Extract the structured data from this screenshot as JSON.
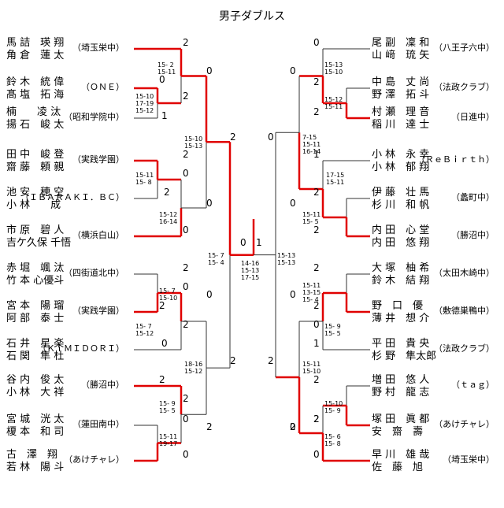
{
  "title": "男子ダブルス",
  "left": [
    {
      "p1": "馬 詰　瑛 翔",
      "p2": "角 倉　蓮 太",
      "team": "（埼玉栄中）"
    },
    {
      "p1": "鈴 木　統 偉",
      "p2": "髙 塩　拓 海",
      "team": "（ＯＮＥ）"
    },
    {
      "p1": "楠　　凌 汰",
      "p2": "揚 石　峻 太",
      "team": "（昭和学院中）"
    },
    {
      "p1": "田 中　峻 登",
      "p2": "齋 藤　頼 親",
      "team": "（実践学園）"
    },
    {
      "p1": "池 安　穂 空",
      "p2": "小 林　　成",
      "team": "（ＩＢＡＲＡＫＩ．ＢＣ）"
    },
    {
      "p1": "市 原　碧 人",
      "p2": "吉ケ久保 千悟",
      "team": "（横浜白山）"
    },
    {
      "p1": "赤 堀　颯 汰",
      "p2": "竹 本 心優斗",
      "team": "（四街道北中）"
    },
    {
      "p1": "宮 本　陽 瑠",
      "p2": "阿 部　泰 士",
      "team": "（実践学園）"
    },
    {
      "p1": "石 井　星 楽",
      "p2": "石 関　隼 杜",
      "team": "（ＫｉＭＩＤＯＲＩ）"
    },
    {
      "p1": "谷 内　俊 太",
      "p2": "小 林　大 祥",
      "team": "（勝沼中）"
    },
    {
      "p1": "宮 城　洸 太",
      "p2": "榎 本　和 司",
      "team": "（蓮田南中）"
    },
    {
      "p1": "古　澤　翔",
      "p2": "若 林　陽 斗",
      "team": "（あけチャレ）"
    }
  ],
  "right": [
    {
      "p1": "尾 副　凜 和",
      "p2": "山 﨑　琉 矢",
      "team": "（八王子六中）"
    },
    {
      "p1": "中 島　丈 尚",
      "p2": "野 澤　拓 斗",
      "team": "（法政クラブ）"
    },
    {
      "p1": "村 瀬　理 音",
      "p2": "稲 川　達 士",
      "team": "（日進中）"
    },
    {
      "p1": "小 林　永 幸",
      "p2": "小 林　郁 翔",
      "team": "（ＲｅＢｉｒｔｈ）"
    },
    {
      "p1": "伊 藤　壮 馬",
      "p2": "杉 川　和 帆",
      "team": "（蠡町中）"
    },
    {
      "p1": "内 田　心 堂",
      "p2": "内 田　悠 翔",
      "team": "（勝沼中）"
    },
    {
      "p1": "大 塚　柚 希",
      "p2": "鈴 木　結 翔",
      "team": "（太田木崎中）"
    },
    {
      "p1": "野　口　優",
      "p2": "薄 井　想 介",
      "team": "（敷德巣鴨中）"
    },
    {
      "p1": "平 田　貴 央",
      "p2": "杉 野　隼太郎",
      "team": "（法政クラブ）"
    },
    {
      "p1": "増 田　悠 人",
      "p2": "野 村　龍 志",
      "team": "（ｔａｇ）"
    },
    {
      "p1": "塚 田　眞 都",
      "p2": "安　齋　壽",
      "team": "（あけチャレ）"
    },
    {
      "p1": "早 川　雄 哉",
      "p2": "佐　藤　旭",
      "team": "（埼玉栄中）"
    }
  ],
  "scores": [
    "2",
    "0",
    "2",
    "1",
    "0",
    "2",
    "2",
    "0",
    "0",
    "0",
    "2",
    "2",
    "2",
    "0",
    "0",
    "2",
    "0",
    "2",
    "2",
    "0",
    "0",
    "2",
    "2",
    "0",
    "1",
    "0",
    "2",
    "2",
    "0",
    "1",
    "2",
    "2",
    "0",
    "0",
    "2",
    "2",
    "0",
    "1",
    "0",
    "2",
    "2",
    "0",
    "0",
    "2",
    "2",
    "2"
  ],
  "games": [
    "15- 2\n15-11",
    "15-10\n17-19\n15-12",
    "15-10\n15-13",
    "15-11\n15- 8",
    "15-12\n16-14",
    "15- 7\n15- 4",
    "15- 7\n15-10",
    "15- 7\n15-12",
    "18-16\n15-12",
    "15- 9\n15- 5",
    "15-11\n19-17",
    "14-16\n15-13\n17-15",
    "15-13\n15-13",
    "15-13\n15-10",
    "15-12\n15-11",
    "7-15\n15-11\n16-14",
    "17-15\n15-11",
    "15-11\n15- 5",
    "15-11\n13-15\n15- 4",
    "15- 9\n15- 5",
    "15-11\n15-10",
    "15-10\n15- 9",
    "15- 6\n15- 8"
  ]
}
